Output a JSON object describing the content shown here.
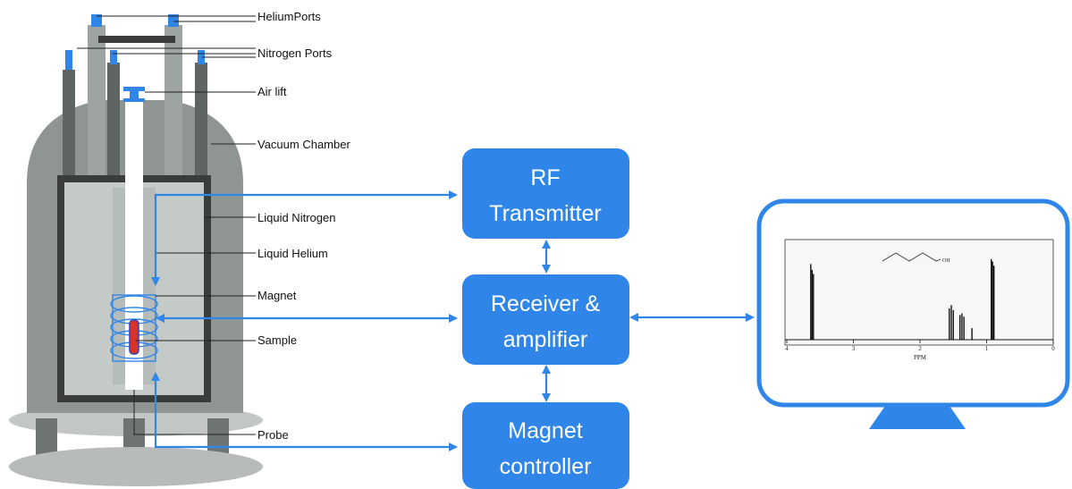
{
  "labels": {
    "helium_ports": "HeliumPorts",
    "nitrogen_ports": "Nitrogen Ports",
    "air_lift": "Air lift",
    "vacuum_chamber": "Vacuum Chamber",
    "liquid_nitrogen": "Liquid Nitrogen",
    "liquid_helium": "Liquid Helium",
    "magnet": "Magnet",
    "sample": "Sample",
    "probe": "Probe"
  },
  "boxes": {
    "rf_transmitter": {
      "line1": "RF",
      "line2": "Transmitter"
    },
    "receiver": {
      "line1": "Receiver &",
      "line2": "amplifier"
    },
    "magnet_controller": {
      "line1": "Magnet",
      "line2": "controller"
    }
  },
  "spectrum": {
    "molecule_label": "OH",
    "x_ticks": [
      "4",
      "3",
      "2",
      "1",
      "0"
    ],
    "x_label": "PPM"
  },
  "colors": {
    "accent": "#2f86e8",
    "box_fill": "#2f86e8",
    "cryostat_dark": "#6e7471",
    "cryostat_mid": "#8f9592",
    "inner_liquid": "#c4cac7",
    "base": "#b7bcba",
    "sample_red": "#d8322c"
  }
}
